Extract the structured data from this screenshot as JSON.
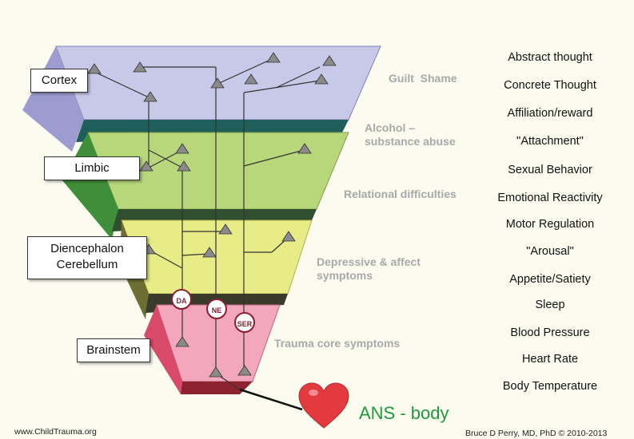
{
  "colors": {
    "cortex": "#c8c8e8",
    "cortex_side": "#9c9cd0",
    "limbic": "#b7d77a",
    "limbic_side": "#3f8f3a",
    "diencephalon": "#e7ec86",
    "diencephalon_side": "#6d6f32",
    "brainstem": "#f2a7bd",
    "brainstem_side": "#d94a6a",
    "dark_band": "#1f5e5a",
    "heart": "#e23a3f",
    "ans_text": "#1f9a3a"
  },
  "regions": {
    "cortex": "Cortex",
    "limbic": "Limbic",
    "diencephalon": "Diencephalon",
    "cerebellum": "Cerebellum",
    "brainstem": "Brainstem"
  },
  "layer_labels": {
    "guilt": "Guilt  Shame",
    "alcohol_line1": "Alcohol –",
    "alcohol_line2": "substance abuse",
    "relational": "Relational difficulties",
    "depressive_line1": "Depressive & affect",
    "depressive_line2": "symptoms",
    "trauma": "Trauma core symptoms"
  },
  "neurotransmitters": {
    "da": "DA",
    "ne": "NE",
    "ser": "SER"
  },
  "functions": [
    "Abstract thought",
    "Concrete Thought",
    "Affiliation/reward",
    "\"Attachment\"",
    "Sexual Behavior",
    "Emotional Reactivity",
    "Motor Regulation",
    "\"Arousal\"",
    "Appetite/Satiety",
    "Sleep",
    "Blood Pressure",
    "Heart Rate",
    "Body Temperature"
  ],
  "ans_label": "ANS - body",
  "footer": {
    "left": "www.ChildTrauma.org",
    "right": "Bruce D Perry, MD, PhD © 2010-2013"
  }
}
